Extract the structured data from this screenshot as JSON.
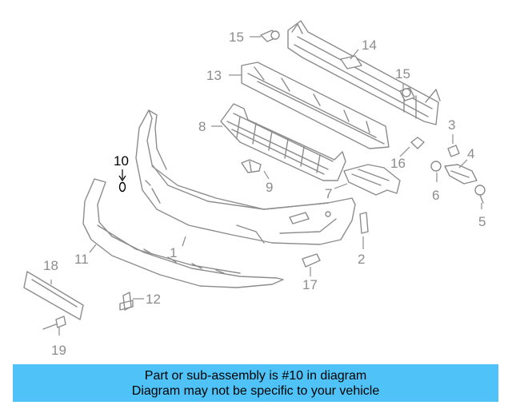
{
  "diagram": {
    "callouts": {
      "c1": "1",
      "c2": "2",
      "c3": "3",
      "c4": "4",
      "c5": "5",
      "c6": "6",
      "c7": "7",
      "c8": "8",
      "c9": "9",
      "c10": "10",
      "c11": "11",
      "c12": "12",
      "c13": "13",
      "c14": "14",
      "c15a": "15",
      "c15b": "15",
      "c16": "16",
      "c17": "17",
      "c18": "18",
      "c19": "19"
    },
    "highlighted_part": "10",
    "colors": {
      "line": "#8c8c8c",
      "highlight": "#000000",
      "banner": "#4fc3f7"
    }
  },
  "banner": {
    "line1": "Part or sub-assembly is #10 in diagram",
    "line2": "Diagram may not be specific to your vehicle"
  }
}
